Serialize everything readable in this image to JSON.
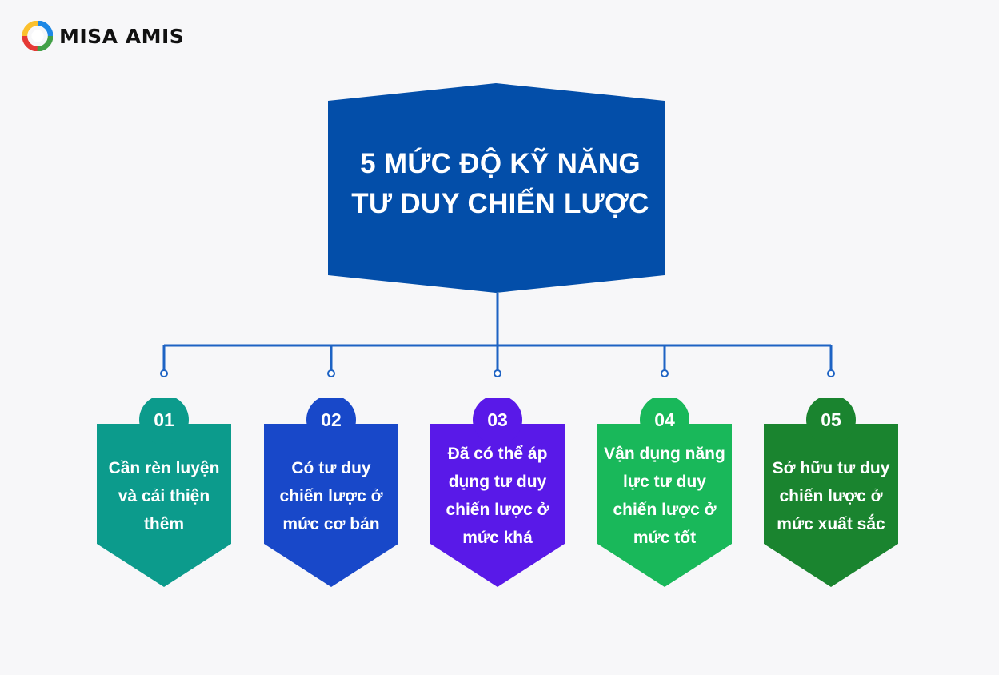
{
  "brand": {
    "name": "MISA AMIS"
  },
  "title": {
    "line1": "5 MỨC ĐỘ KỸ NĂNG",
    "line2": "TƯ DUY CHIẾN LƯỢC",
    "color": "#034ea9"
  },
  "line_color": "#1e63c4",
  "levels": [
    {
      "number": "01",
      "text": "Cần rèn luyện và cải thiện thêm",
      "color": "#0c9b8c"
    },
    {
      "number": "02",
      "text": "Có tư duy chiến lược ở mức cơ bản",
      "color": "#1848c9"
    },
    {
      "number": "03",
      "text": "Đã có thể áp dụng tư duy chiến lược ở mức khá",
      "color": "#5919e8"
    },
    {
      "number": "04",
      "text": "Vận dụng năng lực tư duy chiến lược ở mức tốt",
      "color": "#19b85a"
    },
    {
      "number": "05",
      "text": "Sở hữu tư duy chiến lược ở mức xuất sắc",
      "color": "#1a842f"
    }
  ]
}
